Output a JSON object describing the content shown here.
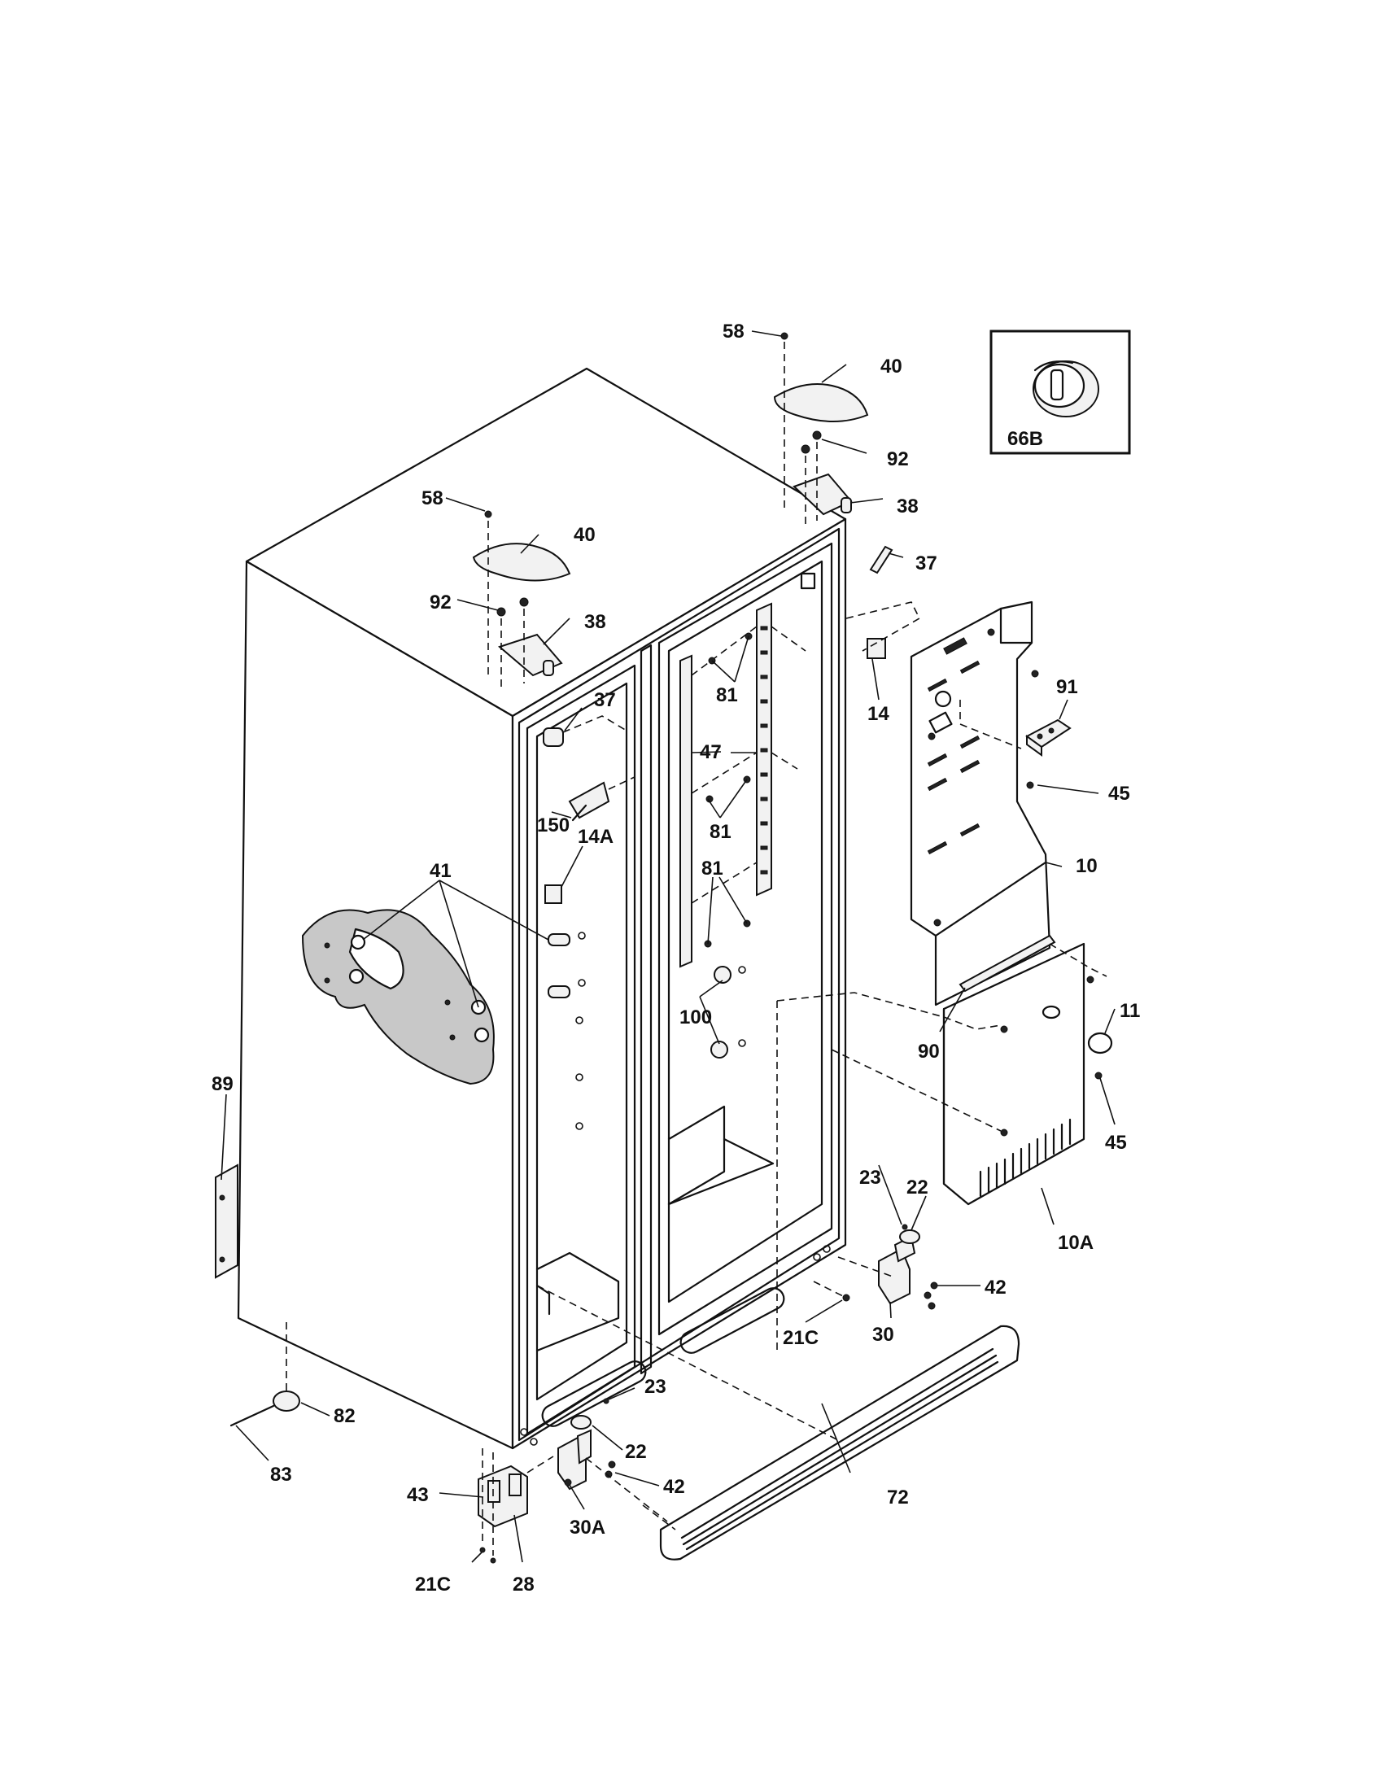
{
  "callouts": {
    "c58a": "58",
    "c40a": "40",
    "c92a": "92",
    "c38a": "38",
    "c37a": "37",
    "c58b": "58",
    "c40b": "40",
    "c92b": "92",
    "c38b": "38",
    "c37b": "37",
    "c14": "14",
    "c91": "91",
    "c45a": "45",
    "c10": "10",
    "c81a": "81",
    "c47": "47",
    "c81b": "81",
    "c81c": "81",
    "c150": "150",
    "c14A": "14A",
    "c41": "41",
    "c100": "100",
    "c11": "11",
    "c90": "90",
    "c45b": "45",
    "c89": "89",
    "c23a": "23",
    "c22a": "22",
    "c42a": "42",
    "c10A": "10A",
    "c21Ca": "21C",
    "c30": "30",
    "c23b": "23",
    "c22b": "22",
    "c42b": "42",
    "c82": "82",
    "c83": "83",
    "c72": "72",
    "c43": "43",
    "c30A": "30A",
    "c21Cb": "21C",
    "c28": "28"
  },
  "inset": {
    "label": "66B"
  }
}
